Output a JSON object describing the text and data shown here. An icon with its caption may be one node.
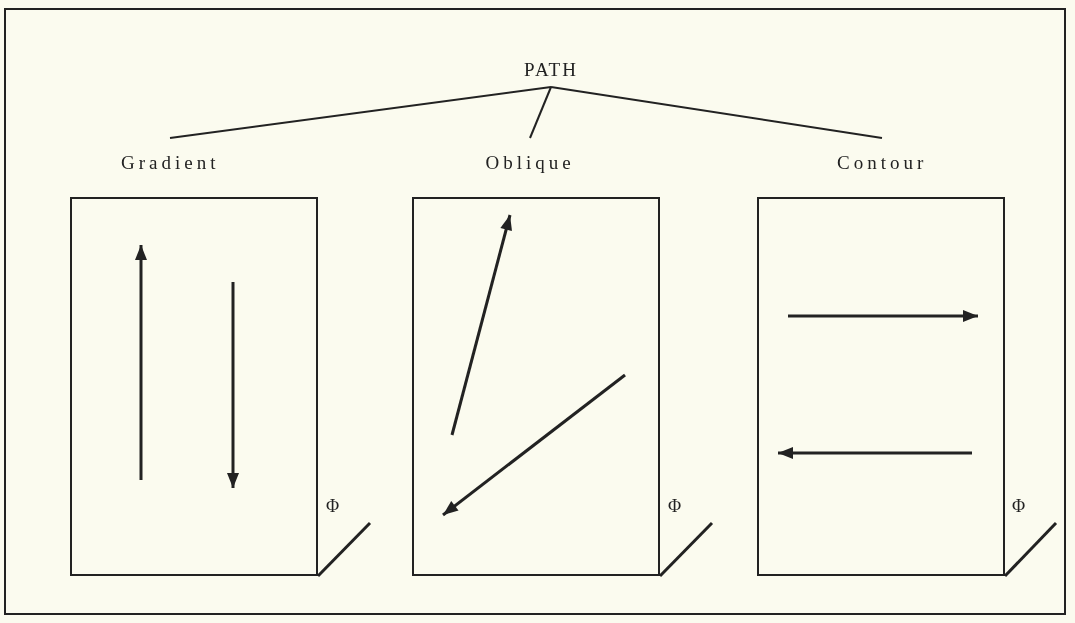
{
  "diagram": {
    "nodes": [
      {
        "text": [
          "PATH"
        ]
      },
      {
        "text": [
          "Gradient"
        ],
        "beside": [
          "Φ"
        ]
      },
      {
        "text": [
          "Oblique"
        ],
        "beside": [
          "Φ"
        ]
      },
      {
        "text": [
          "Contour"
        ],
        "beside": [
          "Φ"
        ]
      }
    ],
    "edges": [
      {
        "from": 0,
        "to": 1,
        "arrow": "none"
      },
      {
        "from": 0,
        "to": 2,
        "arrow": "none"
      },
      {
        "from": 0,
        "to": 3,
        "arrow": "none"
      }
    ]
  }
}
